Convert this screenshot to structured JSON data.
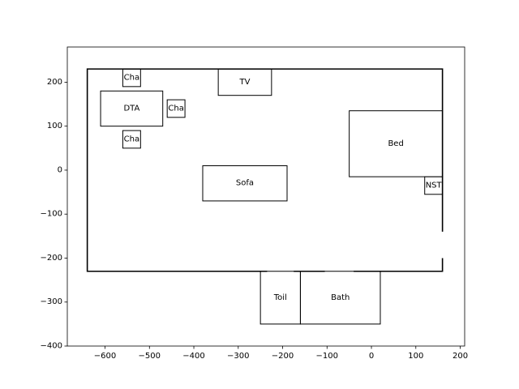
{
  "chart_data": {
    "type": "floorplan",
    "title": "",
    "xlabel": "",
    "ylabel": "",
    "xlim": [
      -685,
      210
    ],
    "ylim": [
      -400,
      280
    ],
    "grid": false,
    "xticks": [
      -600,
      -500,
      -400,
      -300,
      -200,
      -100,
      0,
      100,
      200
    ],
    "yticks": [
      -400,
      -300,
      -200,
      -100,
      0,
      100,
      200
    ],
    "xtick_labels": [
      "−600",
      "−500",
      "−400",
      "−300",
      "−200",
      "−100",
      "0",
      "100",
      "200"
    ],
    "ytick_labels": [
      "−400",
      "−300",
      "−200",
      "−100",
      "0",
      "100",
      "200"
    ],
    "room_outline": {
      "polyline": [
        [
          160,
          -140
        ],
        [
          160,
          230
        ],
        [
          -640,
          230
        ],
        [
          -640,
          -230
        ],
        [
          160,
          -230
        ],
        [
          160,
          -200
        ]
      ],
      "color": "#000000"
    },
    "door_gaps": [
      {
        "x1": -235,
        "x2": -175,
        "y": -230
      },
      {
        "x1": -105,
        "x2": -40,
        "y": -230
      }
    ],
    "furniture": [
      {
        "label": "Cha",
        "x": -560,
        "y": 190,
        "w": 40,
        "h": 40
      },
      {
        "label": "DTA",
        "x": -610,
        "y": 100,
        "w": 140,
        "h": 80
      },
      {
        "label": "Cha",
        "x": -460,
        "y": 120,
        "w": 40,
        "h": 40
      },
      {
        "label": "Cha",
        "x": -560,
        "y": 50,
        "w": 40,
        "h": 40
      },
      {
        "label": "TV",
        "x": -345,
        "y": 170,
        "w": 120,
        "h": 60
      },
      {
        "label": "Sofa",
        "x": -380,
        "y": -70,
        "w": 190,
        "h": 80
      },
      {
        "label": "Bed",
        "x": -50,
        "y": -15,
        "w": 210,
        "h": 150
      },
      {
        "label": "NST",
        "x": 120,
        "y": -55,
        "w": 40,
        "h": 40
      },
      {
        "label": "Toil",
        "x": -250,
        "y": -350,
        "w": 90,
        "h": 120
      },
      {
        "label": "Bath",
        "x": -160,
        "y": -350,
        "w": 180,
        "h": 120
      }
    ]
  }
}
